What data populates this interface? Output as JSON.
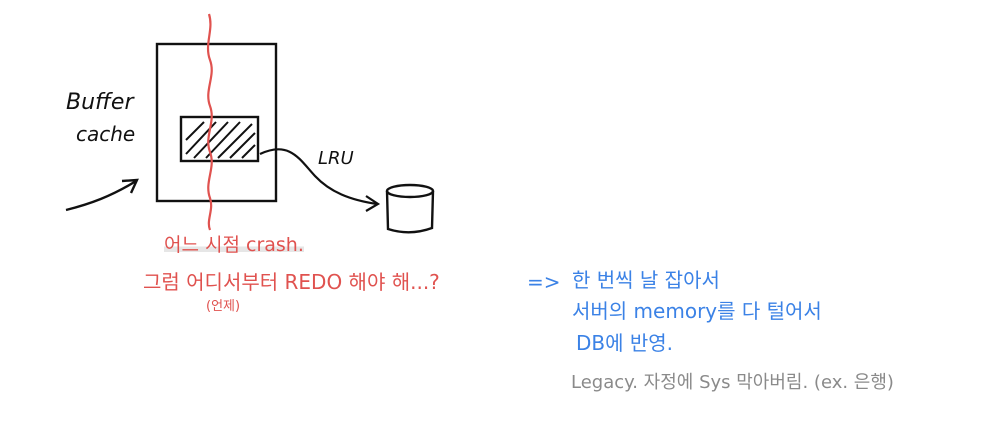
{
  "labels": {
    "buffer_line1": "Buffer",
    "buffer_line2": "cache",
    "lru": "LRU"
  },
  "notes": {
    "crash": "어느 시점 crash.",
    "question": "그럼 어디서부터 REDO 해야 해...?",
    "question_sub": "(언제)",
    "arrow": "=>",
    "answer_line1": "한 번씩 날 잡아서",
    "answer_line2": "서버의 memory를 다 털어서",
    "answer_line3": "DB에 반영.",
    "legacy": "Legacy. 자정에 Sys 막아버림. (ex. 은행)"
  },
  "colors": {
    "ink": "#111111",
    "red": "#e0524f",
    "blue": "#3b82e6",
    "gray": "#8a8a8a"
  }
}
